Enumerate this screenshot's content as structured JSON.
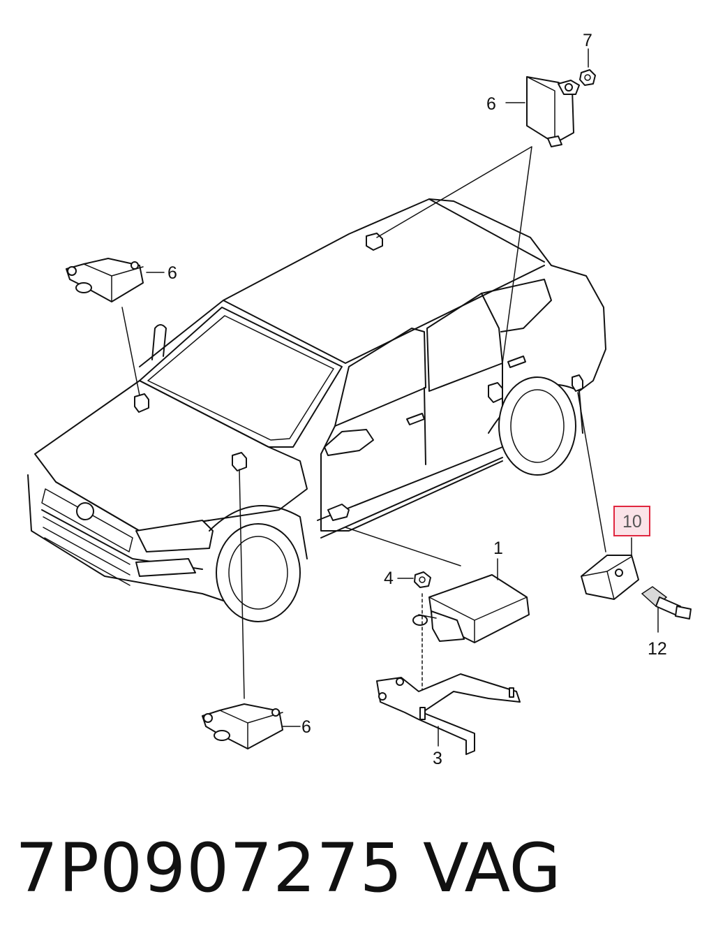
{
  "callouts": {
    "c1": "1",
    "c3": "3",
    "c4": "4",
    "c6_top": "6",
    "c6_left": "6",
    "c6_bottom": "6",
    "c7": "7",
    "c10": "10",
    "c12": "12"
  },
  "highlight_color": "#e0263f",
  "footer": {
    "part_number": "7P0907275",
    "brand": "VAG"
  }
}
